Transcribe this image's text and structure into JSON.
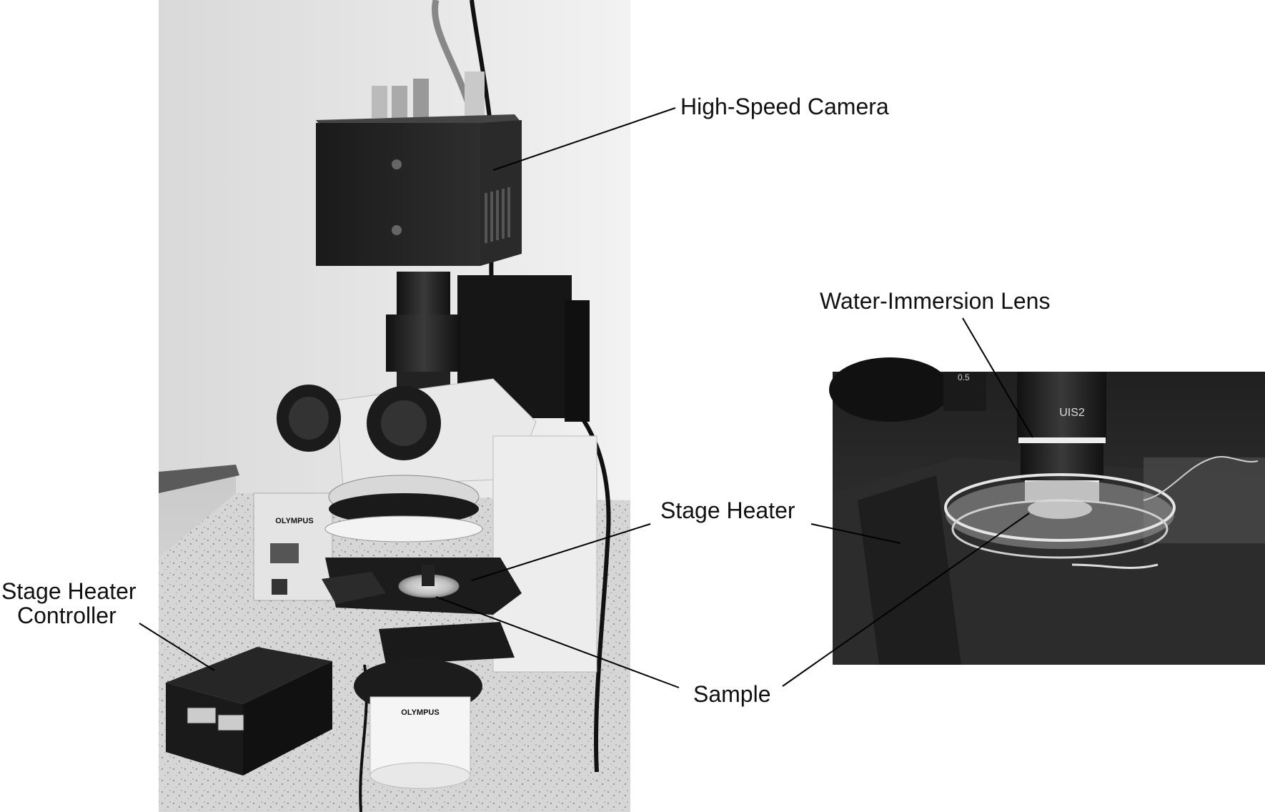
{
  "labels": {
    "camera": "High-Speed Camera",
    "lens": "Water-Immersion Lens",
    "heater_main": "Stage Heater",
    "heater_inset": "Stage Heater",
    "controller_line1": "Stage Heater",
    "controller_line2": "Controller",
    "sample": "Sample"
  },
  "photo_text": {
    "brand": "OLYMPUS",
    "lens_marking": "UIS2",
    "lens_spec": "0.5"
  },
  "colors": {
    "background": "#ffffff",
    "label_text": "#111111",
    "leader_line": "#000000"
  }
}
